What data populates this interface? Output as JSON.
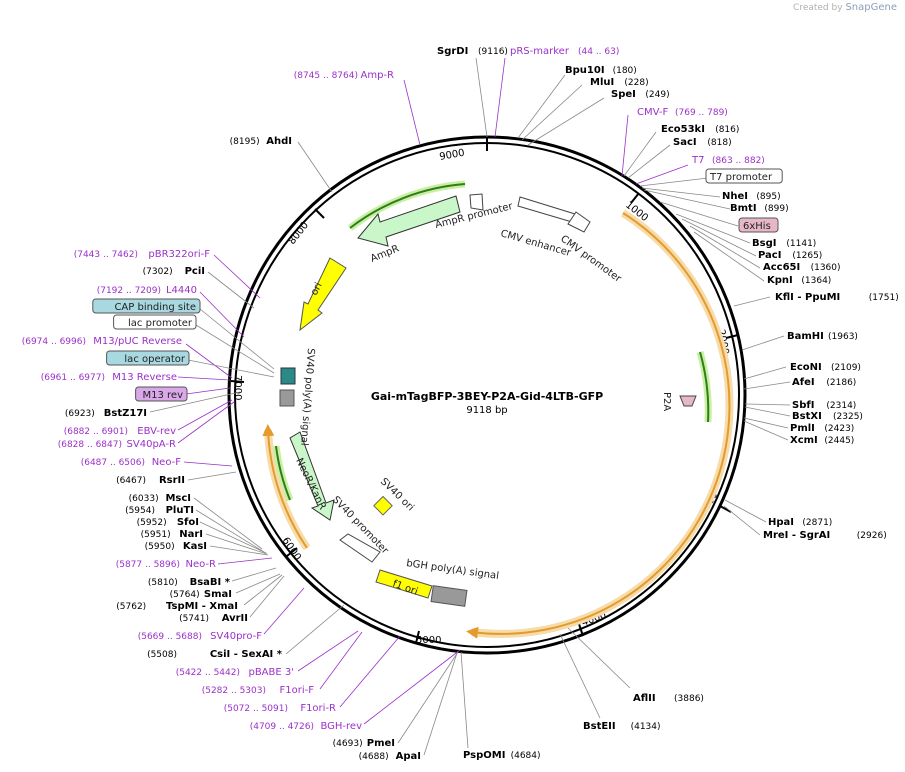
{
  "header": {
    "credit": "Created by",
    "brand": "SnapGene"
  },
  "plasmid": {
    "name": "Gai-mTagBFP-3BEY-P2A-Gid-4LTB-GFP",
    "length": "9118 bp"
  },
  "ticks": [
    "1000",
    "2000",
    "3000",
    "4000",
    "5000",
    "6000",
    "7000",
    "8000",
    "9000"
  ],
  "features": {
    "ampr_promoter": "AmpR promoter",
    "cmv_enhancer": "CMV enhancer",
    "cmv_promoter": "CMV promoter",
    "ampr": "AmpR",
    "ori": "ori",
    "sv40_polya": "SV40 poly(A) signal",
    "neo": "NeoR/KanR",
    "sv40_promoter": "SV40 promoter",
    "sv40_ori": "SV40 ori",
    "f1_ori": "f1 ori",
    "bgh": "bGH poly(A) signal",
    "p2a": "P2A"
  },
  "right_labels": [
    {
      "name": "SgrDI",
      "pos": "(9116)"
    },
    {
      "name": "pRS-marker",
      "pos": "(44 .. 63)"
    },
    {
      "name": "Bpu10I",
      "pos": "(180)"
    },
    {
      "name": "MluI",
      "pos": "(228)"
    },
    {
      "name": "SpeI",
      "pos": "(249)"
    },
    {
      "name": "CMV-F",
      "pos": "(769 .. 789)"
    },
    {
      "name": "Eco53kI",
      "pos": "(816)"
    },
    {
      "name": "SacI",
      "pos": "(818)"
    },
    {
      "name": "T7",
      "pos": "(863 .. 882)"
    },
    {
      "name": "T7 promoter",
      "pos": ""
    },
    {
      "name": "NheI",
      "pos": "(895)"
    },
    {
      "name": "BmtI",
      "pos": "(899)"
    },
    {
      "name": "6xHis",
      "pos": ""
    },
    {
      "name": "BsgI",
      "pos": "(1141)"
    },
    {
      "name": "PacI",
      "pos": "(1265)"
    },
    {
      "name": "Acc65I",
      "pos": "(1360)"
    },
    {
      "name": "KpnI",
      "pos": "(1364)"
    },
    {
      "name": "KflI  - PpuMI",
      "pos": "(1751)"
    },
    {
      "name": "BamHI",
      "pos": "(1963)"
    },
    {
      "name": "EcoNI",
      "pos": "(2109)"
    },
    {
      "name": "AfeI",
      "pos": "(2186)"
    },
    {
      "name": "SbfI",
      "pos": "(2314)"
    },
    {
      "name": "BstXI",
      "pos": "(2325)"
    },
    {
      "name": "PmlI",
      "pos": "(2423)"
    },
    {
      "name": "XcmI",
      "pos": "(2445)"
    },
    {
      "name": "HpaI",
      "pos": "(2871)"
    },
    {
      "name": "MreI  - SgrAI",
      "pos": "(2926)"
    },
    {
      "name": "AflII",
      "pos": "(3886)"
    },
    {
      "name": "BstEII",
      "pos": "(4134)"
    },
    {
      "name": "PspOMI",
      "pos": "(4684)"
    }
  ],
  "left_labels": [
    {
      "name": "Amp-R",
      "pos": "(8745 .. 8764)"
    },
    {
      "name": "AhdI",
      "pos": "(8195)"
    },
    {
      "name": "pBR322ori-F",
      "pos": "(7443 .. 7462)"
    },
    {
      "name": "PciI",
      "pos": "(7302)"
    },
    {
      "name": "L4440",
      "pos": "(7192 .. 7209)"
    },
    {
      "name": "CAP binding site",
      "pos": ""
    },
    {
      "name": "lac promoter",
      "pos": ""
    },
    {
      "name": "M13/pUC Reverse",
      "pos": "(6974 .. 6996)"
    },
    {
      "name": "lac operator",
      "pos": ""
    },
    {
      "name": "M13 Reverse",
      "pos": "(6961 .. 6977)"
    },
    {
      "name": "M13 rev",
      "pos": ""
    },
    {
      "name": "BstZ17I",
      "pos": "(6923)"
    },
    {
      "name": "EBV-rev",
      "pos": "(6882 .. 6901)"
    },
    {
      "name": "SV40pA-R",
      "pos": "(6828 .. 6847)"
    },
    {
      "name": "Neo-F",
      "pos": "(6487 .. 6506)"
    },
    {
      "name": "RsrII",
      "pos": "(6467)"
    },
    {
      "name": "MscI",
      "pos": "(6033)"
    },
    {
      "name": "PluTI",
      "pos": "(5954)"
    },
    {
      "name": "SfoI",
      "pos": "(5952)"
    },
    {
      "name": "NarI",
      "pos": "(5951)"
    },
    {
      "name": "KasI",
      "pos": "(5950)"
    },
    {
      "name": "Neo-R",
      "pos": "(5877 .. 5896)"
    },
    {
      "name": "BsaBI *",
      "pos": "(5810)"
    },
    {
      "name": "SmaI",
      "pos": "(5764)"
    },
    {
      "name": "TspMI  - XmaI",
      "pos": "(5762)"
    },
    {
      "name": "AvrII",
      "pos": "(5741)"
    },
    {
      "name": "SV40pro-F",
      "pos": "(5669 .. 5688)"
    },
    {
      "name": "CsiI  - SexAI *",
      "pos": "(5508)"
    },
    {
      "name": "pBABE 3'",
      "pos": "(5422 .. 5442)"
    },
    {
      "name": "F1ori-F",
      "pos": "(5282 .. 5303)"
    },
    {
      "name": "F1ori-R",
      "pos": "(5072 .. 5091)"
    },
    {
      "name": "BGH-rev",
      "pos": "(4709 .. 4726)"
    },
    {
      "name": "PmeI",
      "pos": "(4693)"
    },
    {
      "name": "ApaI",
      "pos": "(4688)"
    }
  ],
  "colors": {
    "primer": "#9b30c8",
    "enzyme": "#000000",
    "backbone": "#000000",
    "orf_orange": "#e59a2c",
    "orf_glow": "#f6dcaa",
    "ampr_fill": "#c9f7c9",
    "ori_fill": "#ffff00",
    "lac_box": "#a8d8e0",
    "m13_box": "#d9a8e8",
    "his_box": "#e7b7c8"
  }
}
